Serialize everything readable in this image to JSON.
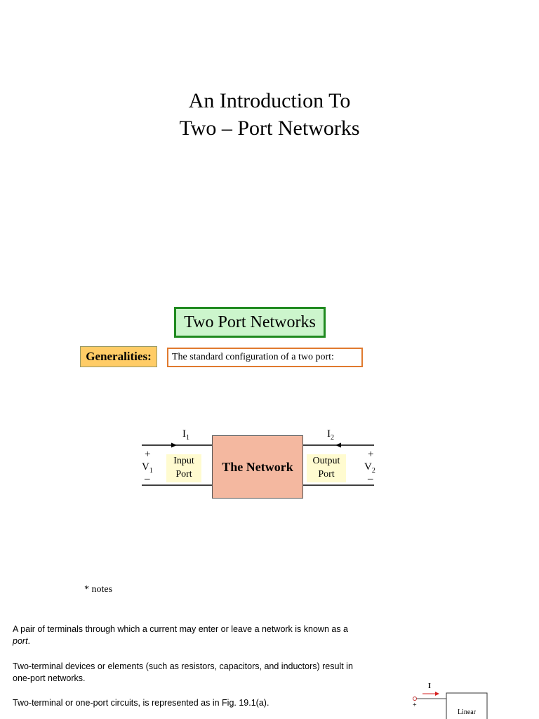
{
  "title": {
    "line1": "An Introduction To",
    "line2": "Two – Port Networks"
  },
  "section": {
    "heading": "Two Port Networks",
    "generalities_label": "Generalities:",
    "generalities_text": "The standard configuration of a two port:"
  },
  "diagram": {
    "i1_letter": "I",
    "i1_sub": "1",
    "i2_letter": "I",
    "i2_sub": "2",
    "v1_letter": "V",
    "v1_sub": "1",
    "v2_letter": "V",
    "v2_sub": "2",
    "plus": "+",
    "minus": "–",
    "input_port_line1": "Input",
    "input_port_line2": "Port",
    "output_port_line1": "Output",
    "output_port_line2": "Port",
    "network_label": "The Network"
  },
  "notes": "* notes",
  "paragraphs": {
    "p1_text": "A pair of terminals through which a current may enter or leave a network is known as a",
    "p1_italic": "port",
    "p1_end": ".",
    "p2": "Two-terminal devices or elements (such as resistors, capacitors, and inductors) result in one-port networks.",
    "p3": "Two-terminal or one-port circuits, is represented as in Fig. 19.1(a)."
  },
  "small_figure": {
    "current_label": "I",
    "plus": "+",
    "box_label": "Linear"
  },
  "colors": {
    "section_border": "#1f8a1f",
    "section_bg": "#ccf5cc",
    "label_bg": "#ffcc66",
    "text_border": "#e07a2e",
    "network_fill": "#f4b8a0",
    "port_label_bg": "#fffbd0",
    "arrow_red": "#d62020"
  }
}
